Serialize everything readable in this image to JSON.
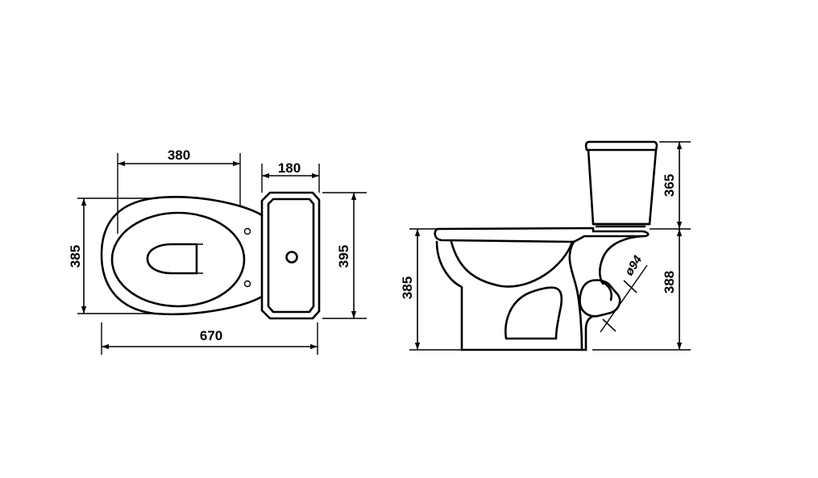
{
  "colors": {
    "ink": "#000000",
    "background": "#ffffff"
  },
  "top_view": {
    "dims": {
      "bowl_length": "380",
      "tank_depth": "180",
      "bowl_width": "385",
      "tank_width": "395",
      "overall_length": "670"
    }
  },
  "side_view": {
    "dims": {
      "tank_height": "365",
      "seat_height": "385",
      "outlet_height": "388",
      "outlet_diameter": "ø94"
    }
  }
}
